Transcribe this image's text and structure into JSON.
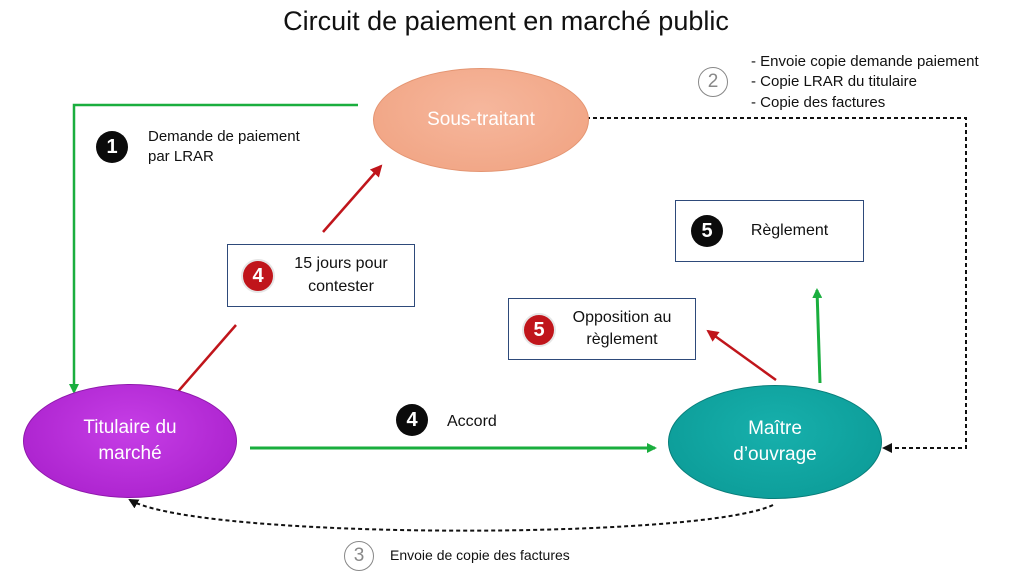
{
  "title": "Circuit de paiement en marché public",
  "nodes": {
    "sous_traitant": "Sous-traitant",
    "titulaire": [
      "Titulaire du",
      "marché"
    ],
    "maitre": [
      "Maître",
      "d’ouvrage"
    ]
  },
  "steps": {
    "step1": {
      "badge": "1",
      "text": [
        "Demande de paiement",
        "par LRAR"
      ]
    },
    "step2": {
      "badge": "2",
      "notes": [
        "- Envoie copie demande paiement",
        "- Copie LRAR du titulaire",
        "- Copie des factures"
      ]
    },
    "step3": {
      "badge": "3",
      "text": "Envoie de copie des factures"
    },
    "step4_accord": {
      "badge": "4",
      "text": "Accord"
    },
    "step4_contest": {
      "badge": "4",
      "text": [
        "15 jours pour",
        "contester"
      ]
    },
    "step5_reglement": {
      "badge": "5",
      "text": "Règlement"
    },
    "step5_opposition": {
      "badge": "5",
      "text": [
        "Opposition au",
        "règlement"
      ]
    }
  },
  "colors": {
    "green_arrow": "#1aae3e",
    "red_arrow": "#c0151b",
    "dashed": "#111111",
    "sous_traitant_fill": "#f0a17f",
    "titulaire_fill": "#a51cc8",
    "maitre_fill": "#0a9894"
  }
}
